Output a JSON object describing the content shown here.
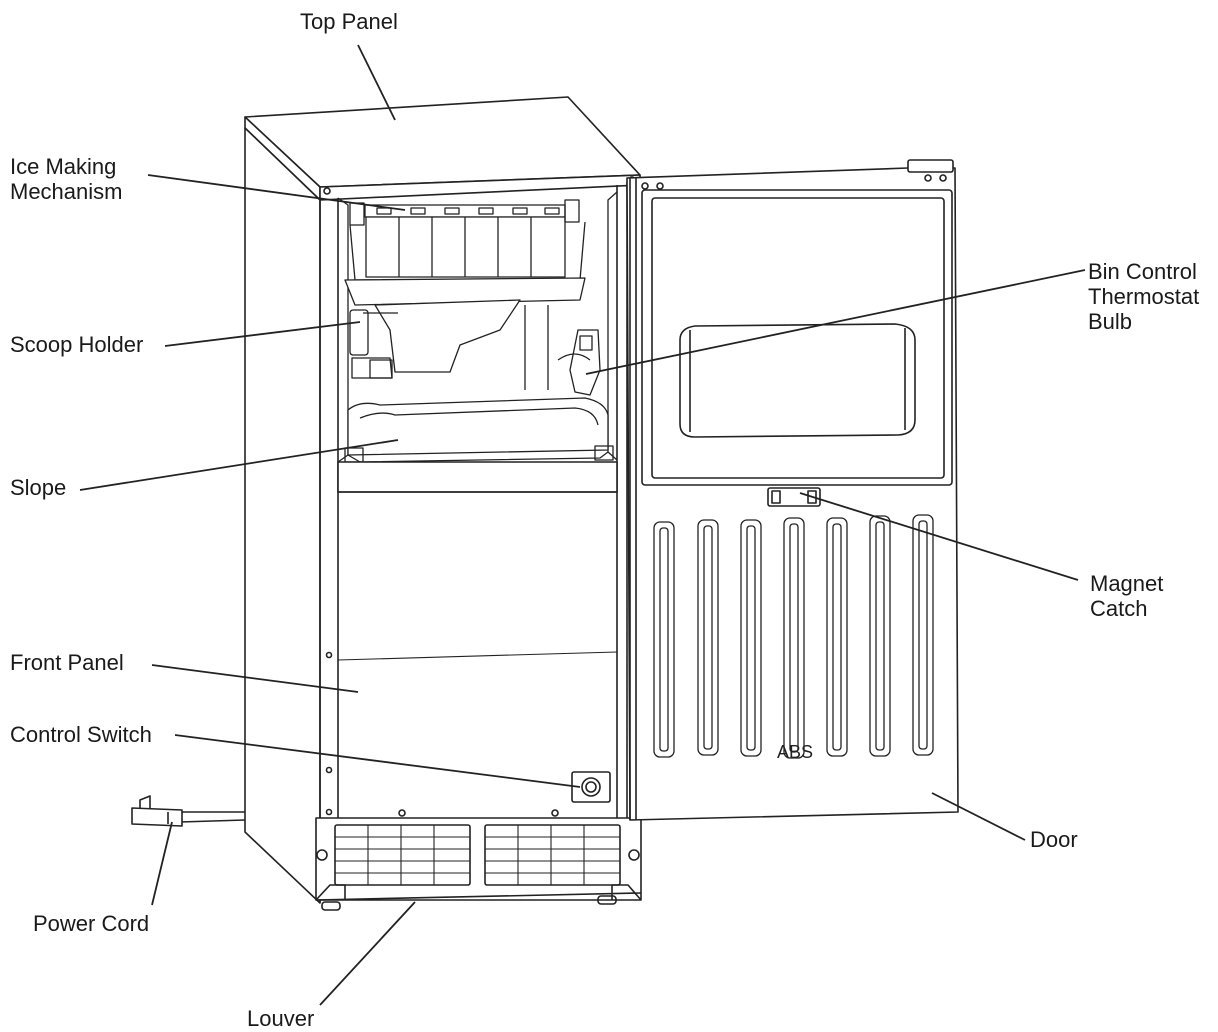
{
  "labels": {
    "top_panel": "Top Panel",
    "ice_making_1": "Ice Making",
    "ice_making_2": "Mechanism",
    "scoop_holder": "Scoop Holder",
    "slope": "Slope",
    "front_panel": "Front Panel",
    "control_switch": "Control Switch",
    "power_cord": "Power Cord",
    "louver": "Louver",
    "bin_control_1": "Bin Control",
    "bin_control_2": "Thermostat",
    "bin_control_3": "Bulb",
    "magnet_catch_1": "Magnet",
    "magnet_catch_2": "Catch",
    "door": "Door"
  },
  "door_marking": "ABS",
  "colors": {
    "line": "#222222",
    "text": "#1a1a1a",
    "background": "#ffffff"
  }
}
